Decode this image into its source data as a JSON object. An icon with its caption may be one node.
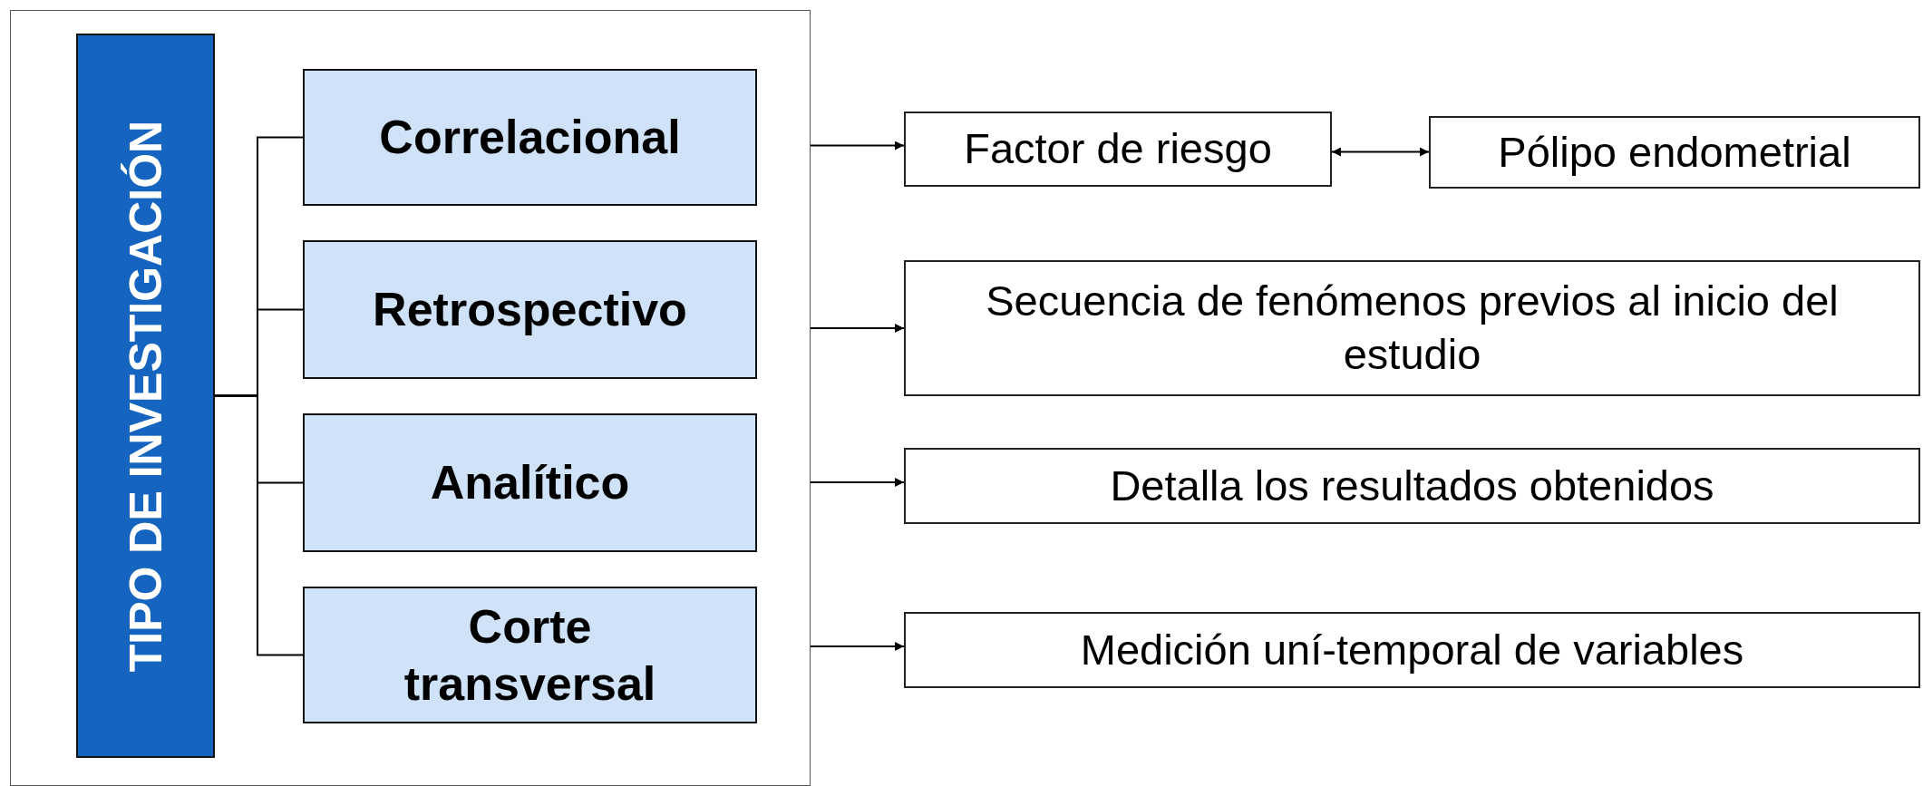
{
  "diagram": {
    "nodes": [
      {
        "text": [],
        "shape": "box"
      },
      {
        "text": [
          "TIPO DE INVESTIGACIÓN"
        ],
        "in": 0
      },
      {
        "text": [
          "Correlacional"
        ],
        "in": 0
      },
      {
        "text": [
          "Retrospectivo"
        ],
        "in": 0
      },
      {
        "text": [
          "Analítico"
        ],
        "in": 0
      },
      {
        "text": [
          "Corte transversal"
        ],
        "in": 0
      },
      {
        "text": [
          "Factor de riesgo"
        ]
      },
      {
        "text": [
          "Pólipo endometrial"
        ]
      },
      {
        "text": [
          "Secuencia de fenómenos previos al inicio del estudio"
        ]
      },
      {
        "text": [
          "Detalla los resultados obtenidos"
        ]
      },
      {
        "text": [
          "Medición uní-temporal de variables"
        ]
      }
    ],
    "edges": [
      {
        "from": 1,
        "to": 2,
        "arrow": "none"
      },
      {
        "from": 1,
        "to": 3,
        "arrow": "none"
      },
      {
        "from": 1,
        "to": 4,
        "arrow": "none"
      },
      {
        "from": 1,
        "to": 5,
        "arrow": "none"
      },
      {
        "from": 0,
        "to": 6,
        "arrow": "to"
      },
      {
        "from": 0,
        "to": 8,
        "arrow": "to"
      },
      {
        "from": 0,
        "to": 9,
        "arrow": "to"
      },
      {
        "from": 0,
        "to": 10,
        "arrow": "to"
      },
      {
        "from": 6,
        "to": 7,
        "arrow": "both"
      }
    ]
  }
}
